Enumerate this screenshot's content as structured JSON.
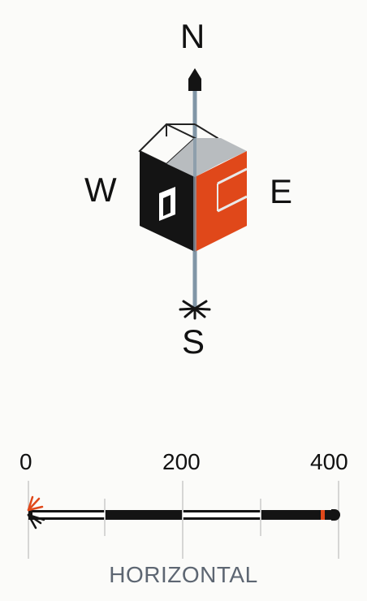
{
  "compass": {
    "north_label": "N",
    "south_label": "S",
    "west_label": "W",
    "east_label": "E"
  },
  "scale_bar": {
    "tick_labels": [
      "0",
      "200",
      "400"
    ],
    "caption": "HORIZONTAL",
    "range": [
      0,
      400
    ],
    "minor_ticks": [
      100,
      300
    ]
  },
  "colors": {
    "cube_dark": "#141414",
    "cube_orange": "#e0481a",
    "cube_top": "#b8bcbf",
    "needle": "#8196a6",
    "bar": "#141414",
    "grid_line": "#c9c9c9"
  }
}
